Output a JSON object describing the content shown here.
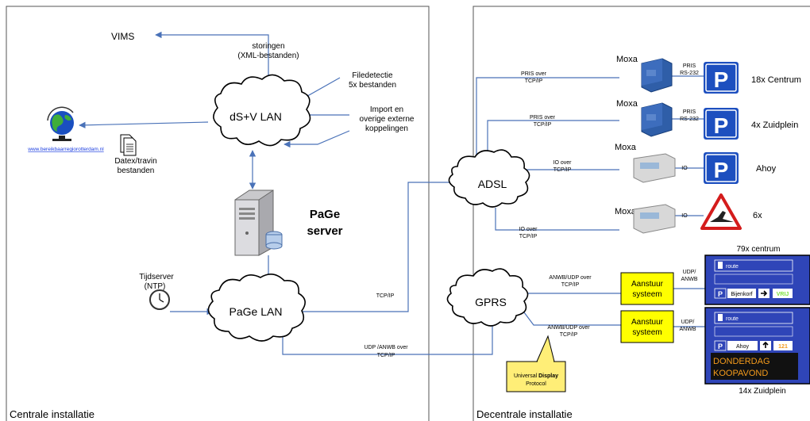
{
  "panels": {
    "left_label": "Centrale installatie",
    "right_label": "Decentrale installatie"
  },
  "left": {
    "vims": "VIMS",
    "storingen_1": "storingen",
    "storingen_2": "(XML-bestanden)",
    "filedetectie_1": "Filedetectie",
    "filedetectie_2": "5x  bestanden",
    "import_1": "Import en",
    "import_2": "overige externe",
    "import_3": "koppelingen",
    "website": "www.bereikbaarregiorotterdam.nl",
    "datex_1": "Datex/travin",
    "datex_2": "bestanden",
    "dsv_lan": "dS+V LAN",
    "page_server_1": "PaGe",
    "page_server_2": "server",
    "tijdserver_1": "Tijdserver",
    "tijdserver_2": "(NTP)",
    "page_lan": "PaGe LAN",
    "tcpip": "TCP/IP",
    "udp_1": "UDP /ANWB over",
    "udp_2": "TCP/IP"
  },
  "right": {
    "adsl": "ADSL",
    "gprs": "GPRS",
    "moxa": "Moxa",
    "pris_over": "PRIS over",
    "tcpip": "TCP/IP",
    "pris": "PRIS",
    "rs232": "RS-232",
    "io_over": "IO over",
    "io": "IO",
    "p_symbol": "P",
    "centrum": "18x Centrum",
    "zuidplein": "4x Zuidplein",
    "ahoy": "Ahoy",
    "six": "6x",
    "anwb_udp_1": "ANWB/UDP over",
    "anwb_udp_2": "TCP/IP",
    "aansturing_1": "Aanstuur",
    "aansturing_2": "systeem",
    "udp_anwb_1": "UDP/",
    "udp_anwb_2": "ANWB",
    "callout_1": "Universal",
    "callout_bold": "Display",
    "callout_2": "Protocol",
    "sign1_caption": "79x centrum",
    "sign2_caption": "14x Zuidplein",
    "route": "route",
    "bijenkorf": "Bijenkorf",
    "vrij": "VRIJ",
    "ahoy_sign": "Ahoy",
    "count": "121",
    "donderdag": "DONDERDAG",
    "koopavond": "KOOPAVOND"
  },
  "colors": {
    "line": "#4a72b8",
    "sign_blue": "#2f45b8",
    "callout_yellow": "#ffee77",
    "aanstuur_yellow": "#ffff00",
    "orange": "#f59b1c",
    "green": "#7be03c"
  }
}
